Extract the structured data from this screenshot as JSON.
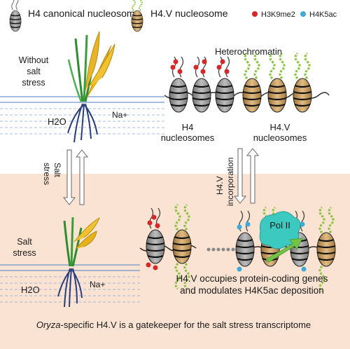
{
  "legend": {
    "h4_canonical": "H4 canonical nucleosome",
    "h4v": "H4.V nucleosome",
    "h3k9me2": "H3K9me2",
    "h4k5ac": "H4K5ac"
  },
  "top_panel": {
    "condition_line1": "Without",
    "condition_line2": "salt",
    "condition_line3": "stress",
    "heterochromatin": "Heterochromatin",
    "water": "H2O",
    "sodium": "Na+",
    "h4_label_line1": "H4",
    "h4_label_line2": "nucleosomes",
    "h4v_label_line1": "H4.V",
    "h4v_label_line2": "nucleosomes"
  },
  "transition": {
    "salt_stress_line1": "Salt",
    "salt_stress_line2": "stress",
    "incorporation_line1": "H4.V",
    "incorporation_line2": "incorporation"
  },
  "bottom_panel": {
    "condition_line1": "Salt",
    "condition_line2": "stress",
    "water": "H2O",
    "sodium": "Na+",
    "pol2": "Pol II",
    "description_line1": "H4.V occupies protein-coding genes",
    "description_line2": "and modulates H4K5ac deposition"
  },
  "caption": {
    "italic": "Oryza",
    "rest": "-specific H4.V is a gatekeeper for the salt stress transcriptome"
  },
  "colors": {
    "top_bg": "#ffffff",
    "bottom_bg": "#fbe3d3",
    "gray_nucleosome": "#9a9a9a",
    "tan_nucleosome": "#c9a066",
    "green_tail": "#8bc53f",
    "red_mark": "#d62828",
    "blue_mark": "#3fa9d9",
    "pol2": "#3cc9c0",
    "arrow_green": "#72c24a",
    "water_line": "#4a7fc1"
  }
}
